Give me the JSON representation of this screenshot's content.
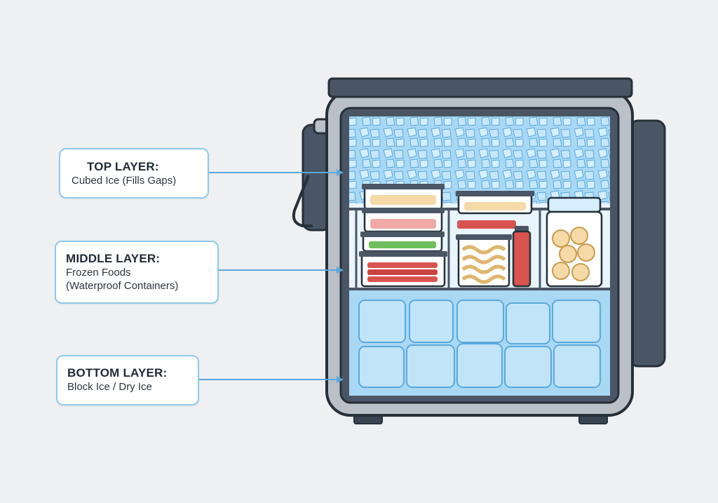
{
  "callouts": {
    "top": {
      "title": "TOP LAYER:",
      "desc": "Cubed Ice (Fills Gaps)"
    },
    "middle": {
      "title": "MIDDLE LAYER:",
      "desc_line1": "Frozen Foods",
      "desc_line2": "(Waterproof Containers)"
    },
    "bottom": {
      "title": "BOTTOM LAYER:",
      "desc": "Block Ice / Dry Ice"
    }
  },
  "colors": {
    "background": "#eef0f2",
    "cooler_body": "#4a5665",
    "cooler_wall": "#b9c0c8",
    "ice_fill": "#a9d8f5",
    "ice_cube": "#d6efff",
    "block_ice": "#c2e4f8",
    "leader_line": "#5aa9dc",
    "callout_border": "#8ec9ea",
    "meat": "#d9534f",
    "noodles": "#f5d9a6",
    "greens": "#6cbf5a"
  },
  "icons": [
    "cooler-icon",
    "ice-cube-icon",
    "food-container-icon",
    "drink-bottle-icon",
    "block-ice-icon"
  ]
}
